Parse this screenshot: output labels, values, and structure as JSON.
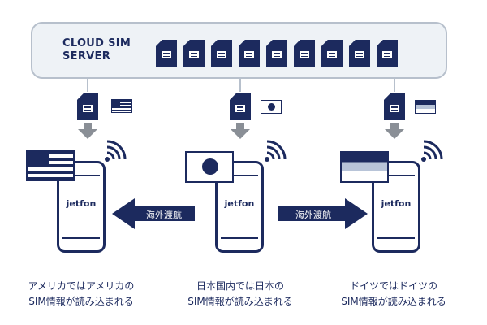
{
  "server": {
    "label_line1": "CLOUD SIM",
    "label_line2": "SERVER",
    "sim_count": 9
  },
  "phones": [
    {
      "brand": "jetfon",
      "country": "usa",
      "caption_line1": "アメリカではアメリカの",
      "caption_line2": "SIM情報が読み込まれる"
    },
    {
      "brand": "jetfon",
      "country": "japan",
      "caption_line1": "日本国内では日本の",
      "caption_line2": "SIM情報が読み込まれる"
    },
    {
      "brand": "jetfon",
      "country": "germany",
      "caption_line1": "ドイツではドイツの",
      "caption_line2": "SIM情報が読み込まれる"
    }
  ],
  "arrows": [
    {
      "label": "海外渡航",
      "direction": "left"
    },
    {
      "label": "海外渡航",
      "direction": "right"
    }
  ],
  "colors": {
    "navy": "#1c2a5e",
    "server_fill": "#eef2f6",
    "server_border": "#b7c0cc",
    "arrow_grey": "#8a8f96",
    "flag_blue_grey": "#b8c4d8"
  },
  "icons": [
    "sim-card-icon",
    "wifi-signal-icon",
    "usa-flag-icon",
    "japan-flag-icon",
    "germany-flag-icon",
    "arrow-down-icon"
  ]
}
